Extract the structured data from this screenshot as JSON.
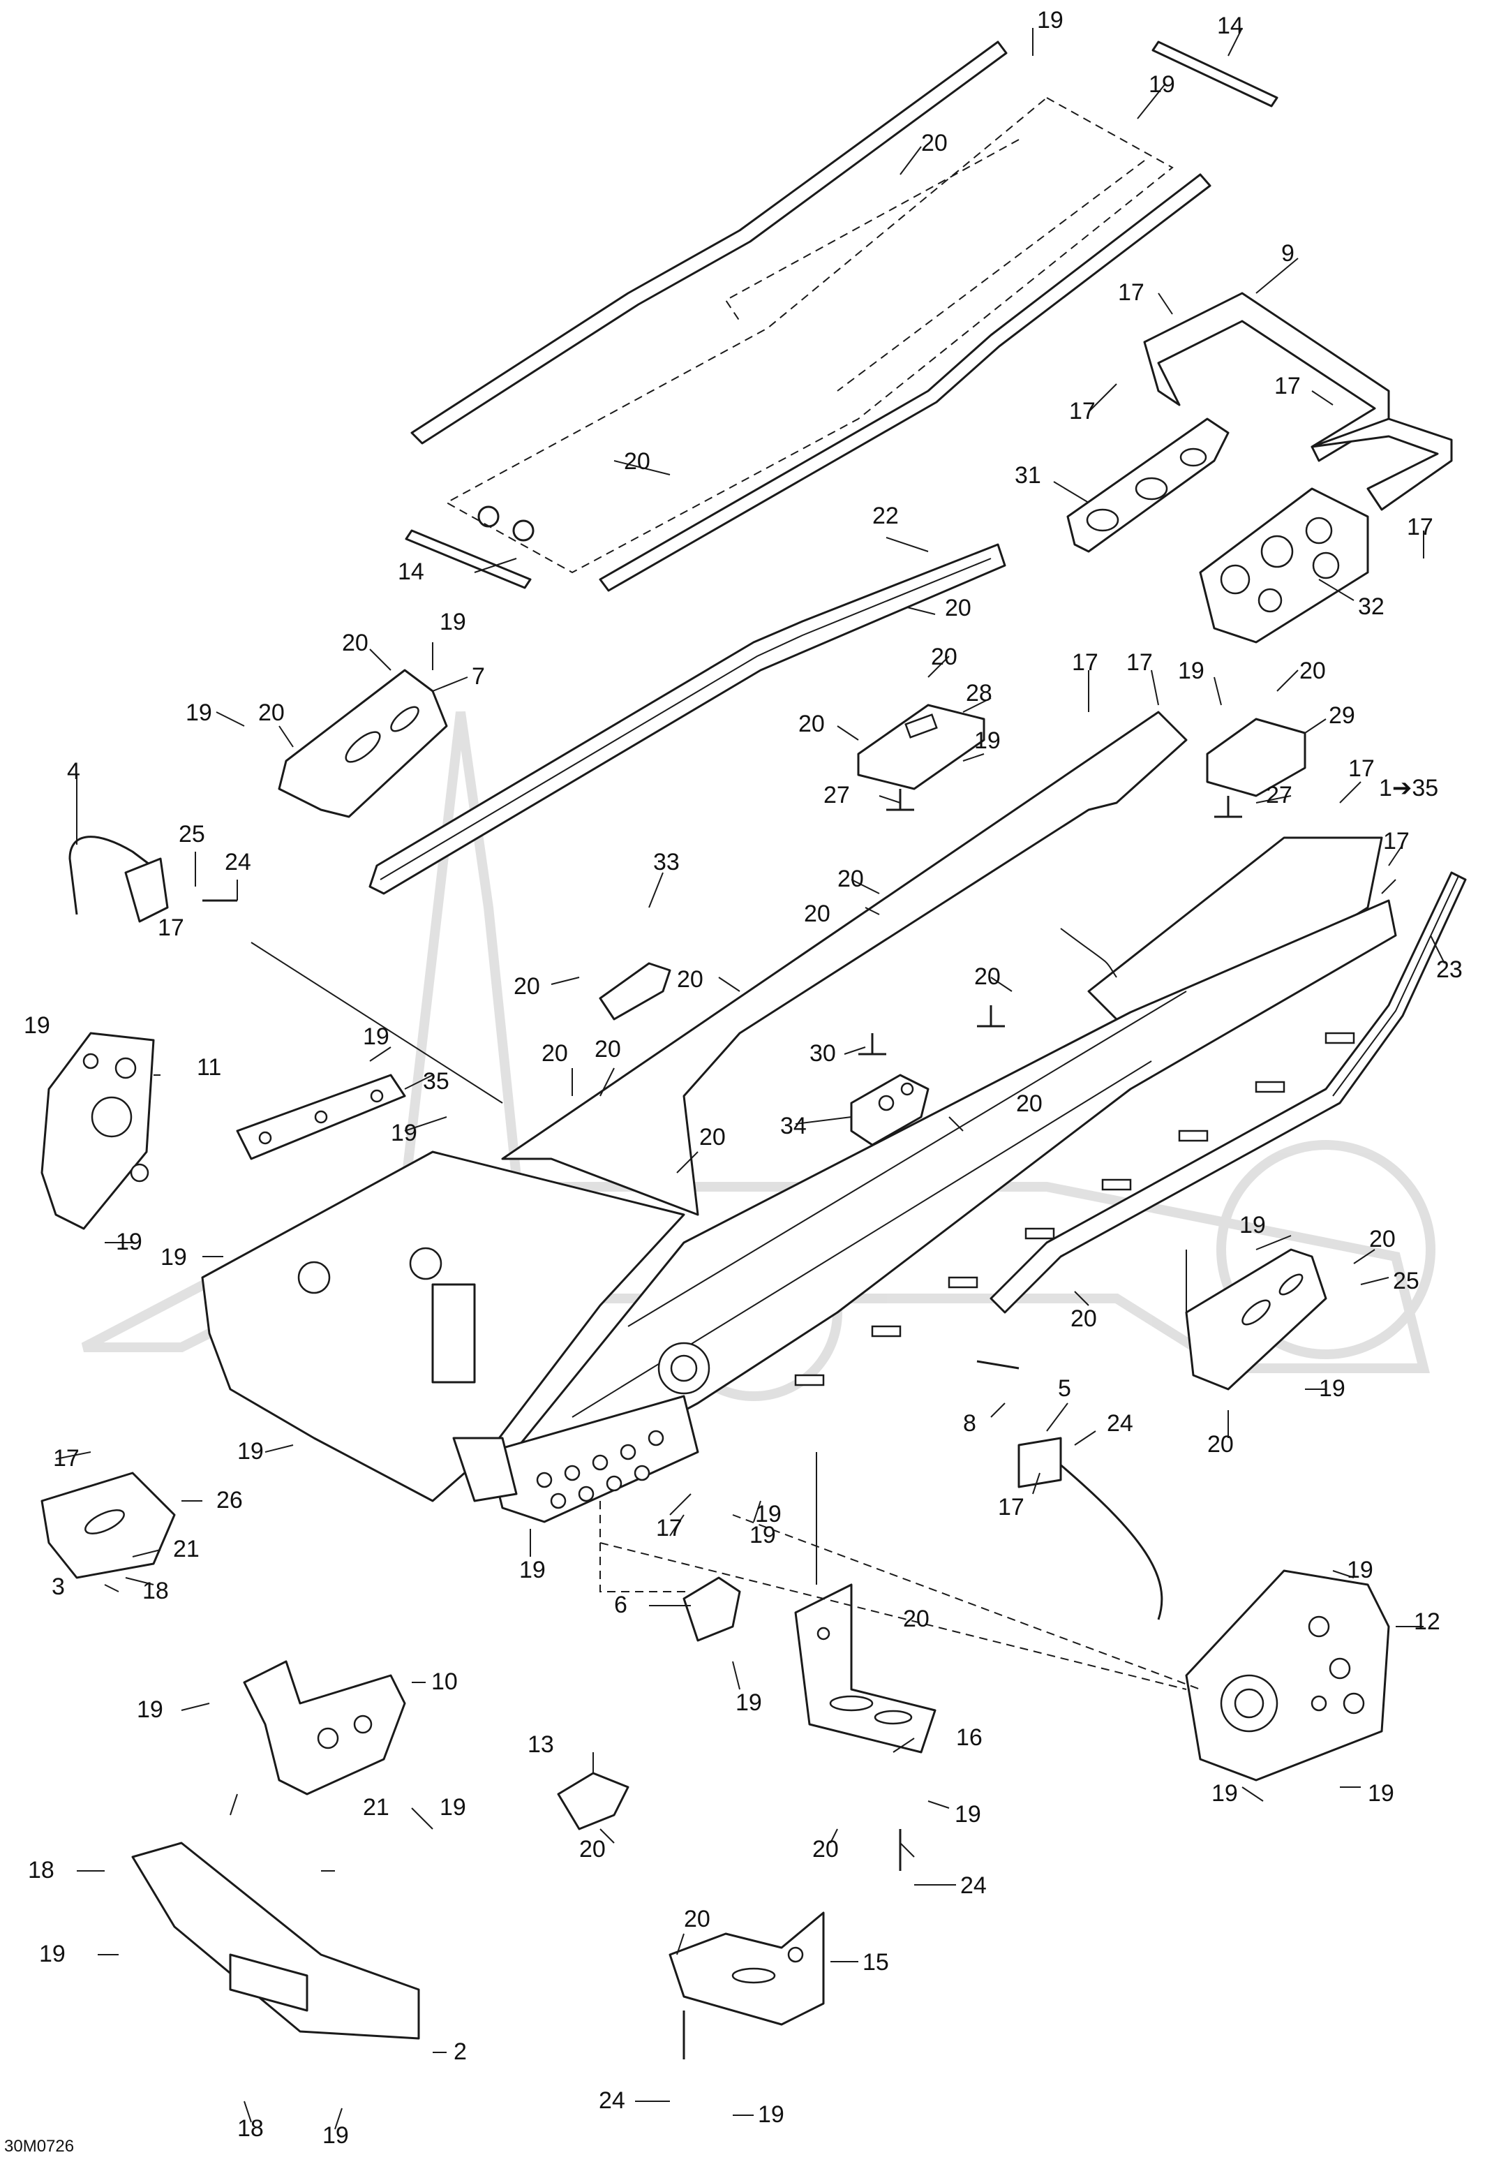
{
  "diagram": {
    "reference_code": "30M0726",
    "range_note": "1➔35",
    "callouts": [
      {
        "id": "c1",
        "label": "19"
      },
      {
        "id": "c2",
        "label": "14"
      },
      {
        "id": "c3",
        "label": "19"
      },
      {
        "id": "c4",
        "label": "20"
      },
      {
        "id": "c5",
        "label": "9"
      },
      {
        "id": "c6",
        "label": "17"
      },
      {
        "id": "c7",
        "label": "17"
      },
      {
        "id": "c8",
        "label": "17"
      },
      {
        "id": "c9",
        "label": "20"
      },
      {
        "id": "c10",
        "label": "31"
      },
      {
        "id": "c11",
        "label": "22"
      },
      {
        "id": "c12",
        "label": "14"
      },
      {
        "id": "c13",
        "label": "17"
      },
      {
        "id": "c14",
        "label": "32"
      },
      {
        "id": "c15",
        "label": "20"
      },
      {
        "id": "c16",
        "label": "19"
      },
      {
        "id": "c17",
        "label": "20"
      },
      {
        "id": "c18",
        "label": "7"
      },
      {
        "id": "c19",
        "label": "20"
      },
      {
        "id": "c20",
        "label": "19"
      },
      {
        "id": "c21",
        "label": "20"
      },
      {
        "id": "c22",
        "label": "28"
      },
      {
        "id": "c23",
        "label": "20"
      },
      {
        "id": "c24",
        "label": "19"
      },
      {
        "id": "c25",
        "label": "17"
      },
      {
        "id": "c26",
        "label": "17"
      },
      {
        "id": "c27",
        "label": "19"
      },
      {
        "id": "c28",
        "label": "20"
      },
      {
        "id": "c29",
        "label": "29"
      },
      {
        "id": "c30",
        "label": "27"
      },
      {
        "id": "c31",
        "label": "27"
      },
      {
        "id": "c32",
        "label": "17"
      },
      {
        "id": "c33",
        "label": "4"
      },
      {
        "id": "c34",
        "label": "25"
      },
      {
        "id": "c35",
        "label": "24"
      },
      {
        "id": "c36",
        "label": "33"
      },
      {
        "id": "c37",
        "label": "20"
      },
      {
        "id": "c38",
        "label": "20"
      },
      {
        "id": "c39",
        "label": "17"
      },
      {
        "id": "c40",
        "label": "20"
      },
      {
        "id": "c41",
        "label": "23"
      },
      {
        "id": "c42",
        "label": "17"
      },
      {
        "id": "c43",
        "label": "20"
      },
      {
        "id": "c44",
        "label": "20"
      },
      {
        "id": "c45",
        "label": "19"
      },
      {
        "id": "c46",
        "label": "11"
      },
      {
        "id": "c47",
        "label": "19"
      },
      {
        "id": "c48",
        "label": "35"
      },
      {
        "id": "c49",
        "label": "20"
      },
      {
        "id": "c50",
        "label": "20"
      },
      {
        "id": "c51",
        "label": "30"
      },
      {
        "id": "c52",
        "label": "34"
      },
      {
        "id": "c53",
        "label": "19"
      },
      {
        "id": "c54",
        "label": "20"
      },
      {
        "id": "c55",
        "label": "20"
      },
      {
        "id": "c56",
        "label": "19"
      },
      {
        "id": "c57",
        "label": "19"
      },
      {
        "id": "c58",
        "label": "19"
      },
      {
        "id": "c59",
        "label": "20"
      },
      {
        "id": "c60",
        "label": "19"
      },
      {
        "id": "c61",
        "label": "20"
      },
      {
        "id": "c62",
        "label": "25"
      },
      {
        "id": "c63",
        "label": "5"
      },
      {
        "id": "c64",
        "label": "24"
      },
      {
        "id": "c65",
        "label": "8"
      },
      {
        "id": "c66",
        "label": "19"
      },
      {
        "id": "c67",
        "label": "17"
      },
      {
        "id": "c68",
        "label": "20"
      },
      {
        "id": "c69",
        "label": "17"
      },
      {
        "id": "c70",
        "label": "26"
      },
      {
        "id": "c71",
        "label": "19"
      },
      {
        "id": "c72",
        "label": "17"
      },
      {
        "id": "c73",
        "label": "21"
      },
      {
        "id": "c74",
        "label": "19"
      },
      {
        "id": "c75",
        "label": "3"
      },
      {
        "id": "c76",
        "label": "18"
      },
      {
        "id": "c77",
        "label": "19"
      },
      {
        "id": "c78",
        "label": "6"
      },
      {
        "id": "c79",
        "label": "19"
      },
      {
        "id": "c80",
        "label": "12"
      },
      {
        "id": "c81",
        "label": "10"
      },
      {
        "id": "c82",
        "label": "20"
      },
      {
        "id": "c83",
        "label": "19"
      },
      {
        "id": "c84",
        "label": "13"
      },
      {
        "id": "c85",
        "label": "16"
      },
      {
        "id": "c86",
        "label": "21"
      },
      {
        "id": "c87",
        "label": "19"
      },
      {
        "id": "c88",
        "label": "19"
      },
      {
        "id": "c89",
        "label": "20"
      },
      {
        "id": "c90",
        "label": "20"
      },
      {
        "id": "c91",
        "label": "19"
      },
      {
        "id": "c92",
        "label": "19"
      },
      {
        "id": "c93",
        "label": "19"
      },
      {
        "id": "c94",
        "label": "24"
      },
      {
        "id": "c95",
        "label": "18"
      },
      {
        "id": "c96",
        "label": "20"
      },
      {
        "id": "c97",
        "label": "19"
      },
      {
        "id": "c98",
        "label": "15"
      },
      {
        "id": "c99",
        "label": "2"
      },
      {
        "id": "c100",
        "label": "24"
      },
      {
        "id": "c101",
        "label": "19"
      },
      {
        "id": "c102",
        "label": "18"
      },
      {
        "id": "c103",
        "label": "19"
      }
    ]
  }
}
